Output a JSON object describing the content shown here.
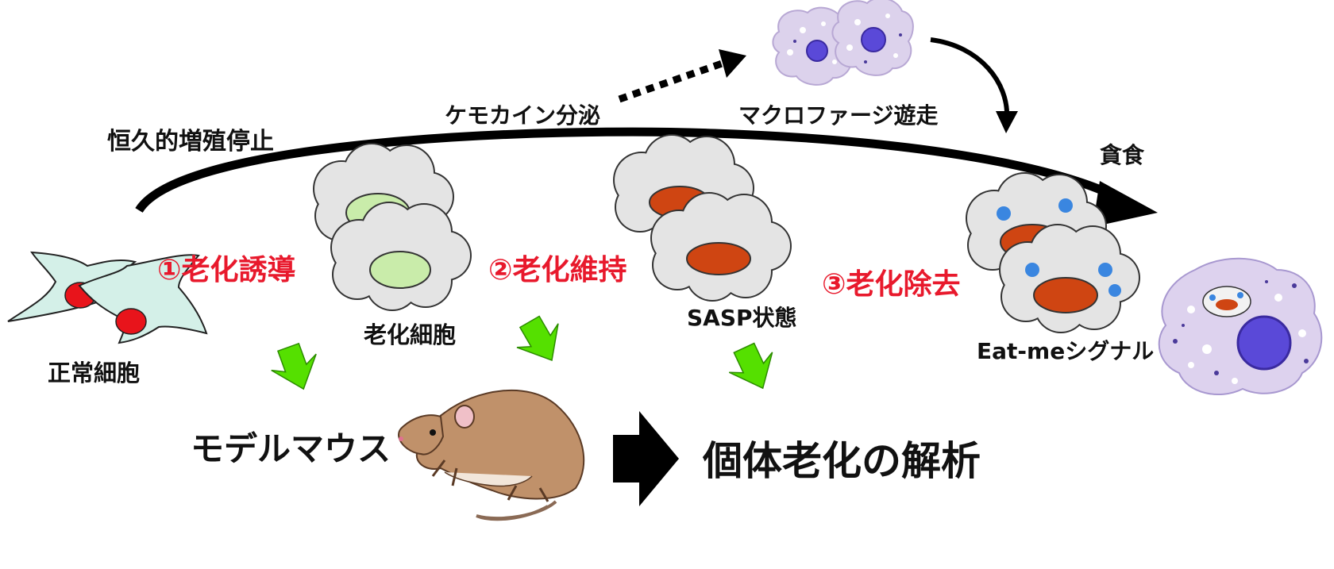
{
  "labels": {
    "arrest": "恒久的増殖停止",
    "chemokine": "ケモカイン分泌",
    "macrophage_migration": "マクロファージ遊走",
    "phagocytosis": "貪食",
    "step1": "①老化誘導",
    "step2": "②老化維持",
    "step3": "③老化除去",
    "normal_cell": "正常細胞",
    "senescent_cell": "老化細胞",
    "sasp_state": "SASP状態",
    "eat_me": "Eat-meシグナル",
    "model_mouse": "モデルマウス",
    "analysis": "個体老化の解析"
  },
  "colors": {
    "step_text": "#e8192c",
    "normal_cell_body": "#d4f0e8",
    "normal_nucleus": "#e8141b",
    "senescent_cloud": "#e4e4e4",
    "early_nucleus": "#c9ecaa",
    "sasp_nucleus": "#cf4512",
    "eat_me_dot": "#3a86e0",
    "macrophage_body": "#ddd2ee",
    "macrophage_nucleus": "#5a49d8",
    "green_arrow": "#55e000",
    "mouse_body": "#c0916a"
  },
  "icons": [
    "normal-cell-icon",
    "senescent-cell-icon",
    "sasp-cell-icon",
    "eat-me-cell-icon",
    "macrophage-icon",
    "mouse-icon",
    "green-arrow-icon",
    "black-arrow-icon"
  ]
}
